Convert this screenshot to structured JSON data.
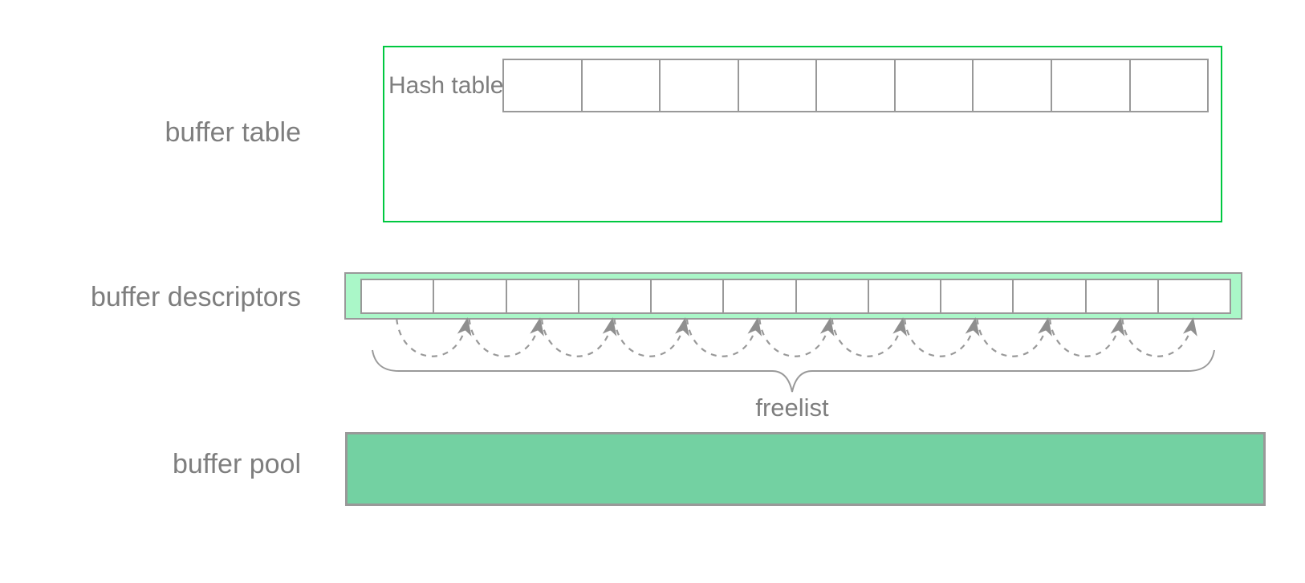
{
  "diagram": {
    "labels": {
      "buffer_table": "buffer table",
      "hash_table": "Hash table",
      "buffer_descriptors": "buffer descriptors",
      "freelist": "freelist",
      "buffer_pool": "buffer pool"
    },
    "structure": {
      "hash_table_cells": 9,
      "descriptor_cells": 12,
      "freelist_arrow_count": 11,
      "arrow_style": "dashed",
      "list_direction": "left-to-right"
    },
    "colors": {
      "background": "#ffffff",
      "label_gray": "#7e7e7e",
      "line_gray": "#999999",
      "arrow_gray": "#8f8f8f",
      "buffer_table_border": "#00c840",
      "descriptors_fill": "#aaf7c8",
      "pool_fill": "#73d1a2"
    }
  }
}
